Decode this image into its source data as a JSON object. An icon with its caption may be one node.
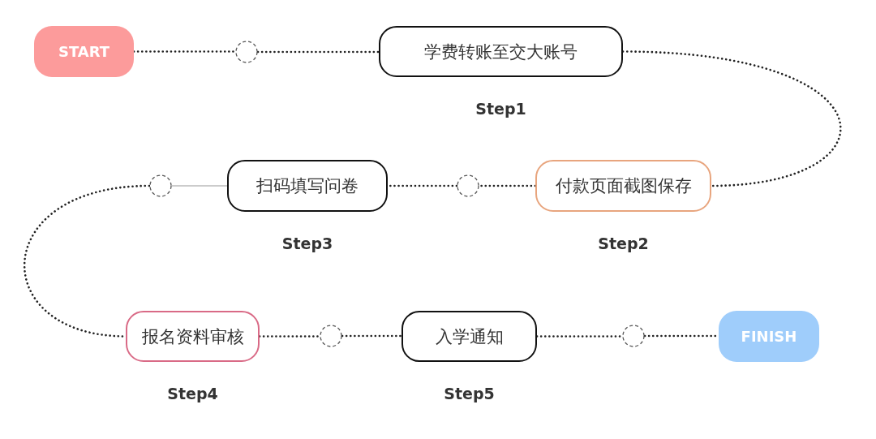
{
  "diagram": {
    "nodes": [
      {
        "text": [
          "START"
        ]
      },
      {
        "text": [],
        "shape": "circle"
      },
      {
        "text": [
          "学费转账至交大账号"
        ],
        "beside": [
          "Step1"
        ]
      },
      {
        "text": [],
        "shape": "circle"
      },
      {
        "text": [
          "付款页面截图保存"
        ],
        "beside": [
          "Step2"
        ]
      },
      {
        "text": [
          "扫码填写问卷"
        ],
        "beside": [
          "Step3"
        ]
      },
      {
        "text": [],
        "shape": "circle"
      },
      {
        "text": [
          "报名资料审核"
        ],
        "beside": [
          "Step4"
        ]
      },
      {
        "text": [],
        "shape": "circle"
      },
      {
        "text": [
          "入学通知"
        ],
        "beside": [
          "Step5"
        ]
      },
      {
        "text": [],
        "shape": "circle"
      },
      {
        "text": [
          "FINISH"
        ]
      }
    ],
    "edges": [
      {
        "from": 0,
        "to": 1,
        "arrow": "none",
        "style": "dashed"
      },
      {
        "from": 1,
        "to": 2,
        "arrow": "none",
        "style": "dashed"
      },
      {
        "from": 2,
        "to": 4,
        "arrow": "none",
        "style": "dashed"
      },
      {
        "from": 4,
        "to": 3,
        "arrow": "none",
        "style": "dashed"
      },
      {
        "from": 3,
        "to": 5,
        "arrow": "none",
        "style": "dashed"
      },
      {
        "from": 5,
        "to": 6,
        "arrow": "none",
        "color": "#999999"
      },
      {
        "from": 6,
        "to": 7,
        "arrow": "none",
        "style": "dashed"
      },
      {
        "from": 7,
        "to": 8,
        "arrow": "none",
        "style": "dashed"
      },
      {
        "from": 8,
        "to": 9,
        "arrow": "none",
        "style": "dashed"
      },
      {
        "from": 9,
        "to": 10,
        "arrow": "none",
        "style": "dashed"
      },
      {
        "from": 10,
        "to": 11,
        "arrow": "none",
        "style": "dashed"
      }
    ]
  }
}
